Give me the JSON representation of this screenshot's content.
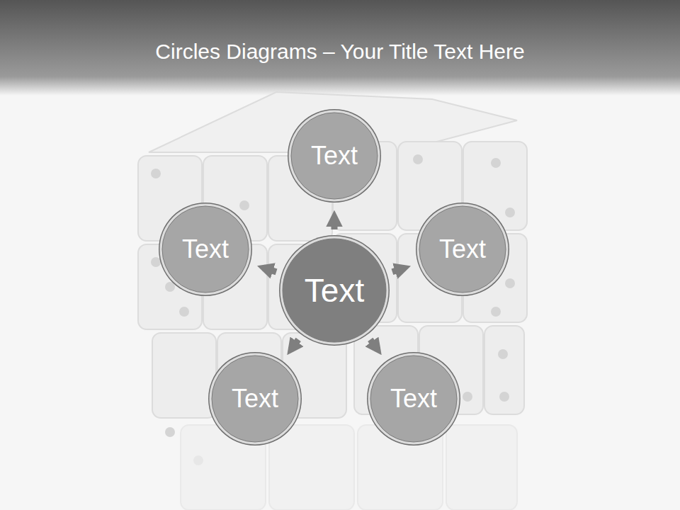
{
  "diagram": {
    "title": "Circles Diagrams – Your Title Text Here",
    "nodes": [
      {
        "text": [
          "Text"
        ]
      },
      {
        "text": [
          "Text"
        ]
      },
      {
        "text": [
          "Text"
        ]
      },
      {
        "text": [
          "Text"
        ]
      },
      {
        "text": [
          "Text"
        ]
      },
      {
        "text": [
          "Text"
        ]
      }
    ],
    "edges": [
      {
        "from": 3,
        "to": 0,
        "arrow": "to"
      },
      {
        "from": 3,
        "to": 1,
        "arrow": "to"
      },
      {
        "from": 3,
        "to": 2,
        "arrow": "to"
      },
      {
        "from": 3,
        "to": 4,
        "arrow": "to"
      },
      {
        "from": 3,
        "to": 5,
        "arrow": "to"
      }
    ]
  }
}
